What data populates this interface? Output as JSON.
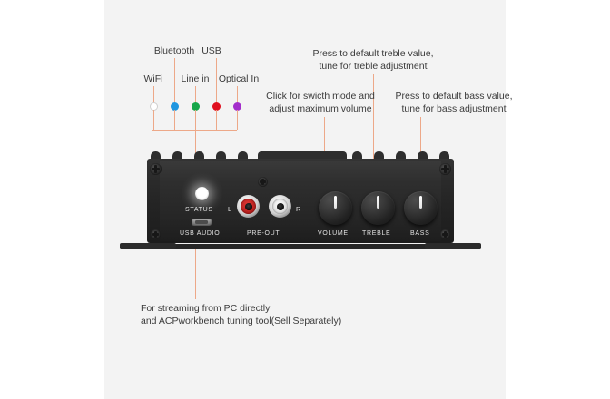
{
  "diagram": {
    "title": "Amplifier front panel annotated diagram",
    "background_color": "#f3f3f3",
    "leader_color": "#eda888"
  },
  "indicator_legend": {
    "labels": [
      {
        "name": "wifi",
        "text": "WiFi",
        "color": "#ffffff"
      },
      {
        "name": "bluetooth",
        "text": "Bluetooth",
        "color": "#1f96e0"
      },
      {
        "name": "line-in",
        "text": "Line in",
        "color": "#17a74a"
      },
      {
        "name": "usb",
        "text": "USB",
        "color": "#e00f1e"
      },
      {
        "name": "optical-in",
        "text": "Optical In",
        "color": "#a32ecb"
      }
    ]
  },
  "callouts": {
    "volume": {
      "line1": "Click for swicth mode and",
      "line2": "adjust maximum volume"
    },
    "treble": {
      "line1": "Press to default treble value,",
      "line2": "tune for treble adjustment"
    },
    "bass": {
      "line1": "Press to default bass value,",
      "line2": "tune for bass adjustment"
    },
    "usb_audio": {
      "line1": "For streaming from PC directly",
      "line2": "and ACPworkbench tuning tool(Sell Separately)"
    }
  },
  "device": {
    "status_label": "STATUS",
    "usb_audio_label": "USB AUDIO",
    "preout_label": "PRE-OUT",
    "channel_left": "L",
    "channel_right": "R",
    "knobs": [
      {
        "name": "volume",
        "label": "VOLUME"
      },
      {
        "name": "treble",
        "label": "TREBLE"
      },
      {
        "name": "bass",
        "label": "BASS"
      }
    ]
  }
}
